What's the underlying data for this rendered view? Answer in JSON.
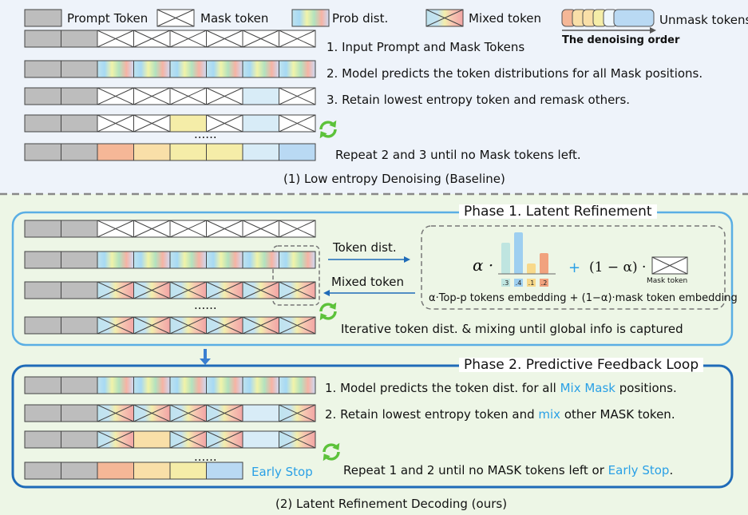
{
  "legend": {
    "prompt": "Prompt Token",
    "mask": "Mask token",
    "prob": "Prob dist.",
    "mixed": "Mixed token",
    "unmask": "Unmask tokens",
    "order": "The denoising order"
  },
  "baseline": {
    "step1": "1. Input Prompt and Mask Tokens",
    "step2": "2. Model predicts the token distributions for all Mask positions.",
    "step3": "3. Retain lowest entropy token and remask others.",
    "repeat": "Repeat 2 and 3 until no Mask tokens left.",
    "caption": "(1) Low entropy Denoising (Baseline)"
  },
  "phase1": {
    "title": "Phase 1. Latent Refinement",
    "token_dist": "Token dist.",
    "mixed_token": "Mixed token",
    "alpha": "α ·",
    "plus": "+",
    "one_minus_alpha": "(1 − α) ·",
    "mask_token_label": "Mask token",
    "bar_values": [
      0.3,
      0.4,
      0.1,
      0.2
    ],
    "bar_labels": [
      ".3",
      ".4",
      ".1",
      ".2"
    ],
    "formula_caption": "α·Top-p tokens embedding + (1−α)·mask token embedding",
    "iterate": "Iterative token dist. & mixing until global info is captured"
  },
  "phase2": {
    "title": "Phase 2. Predictive Feedback Loop",
    "step1_prefix": "1. Model predicts the token dist. for all ",
    "step1_blue": "Mix Mask",
    "step1_suffix": " positions.",
    "step2_prefix": "2. Retain lowest entropy token and ",
    "step2_blue": "mix",
    "step2_suffix": " other MASK token.",
    "early_stop": "Early Stop",
    "repeat_prefix": "Repeat 1 and 2 until no MASK tokens left or ",
    "repeat_blue": "Early Stop",
    "repeat_suffix": ".",
    "caption": "(2) Latent Refinement Decoding (ours)"
  },
  "ellipsis": "......",
  "colors": {
    "prompt": "#bdbdbd",
    "panel_top": "#eef3fa",
    "panel_bottom": "#edf6e6",
    "phase1_border": "#5aaee4",
    "phase2_border": "#1f6bb8",
    "accent": "#2aa0e6",
    "unmask": [
      "#f5b797",
      "#f9dfa8",
      "#f5eda8",
      "#d8ecf7",
      "#b9d9f3"
    ],
    "bars": [
      "#bfe5e0",
      "#9ecff0",
      "#f8d98a",
      "#f1a27e"
    ],
    "cycle": "#5cc23a"
  }
}
